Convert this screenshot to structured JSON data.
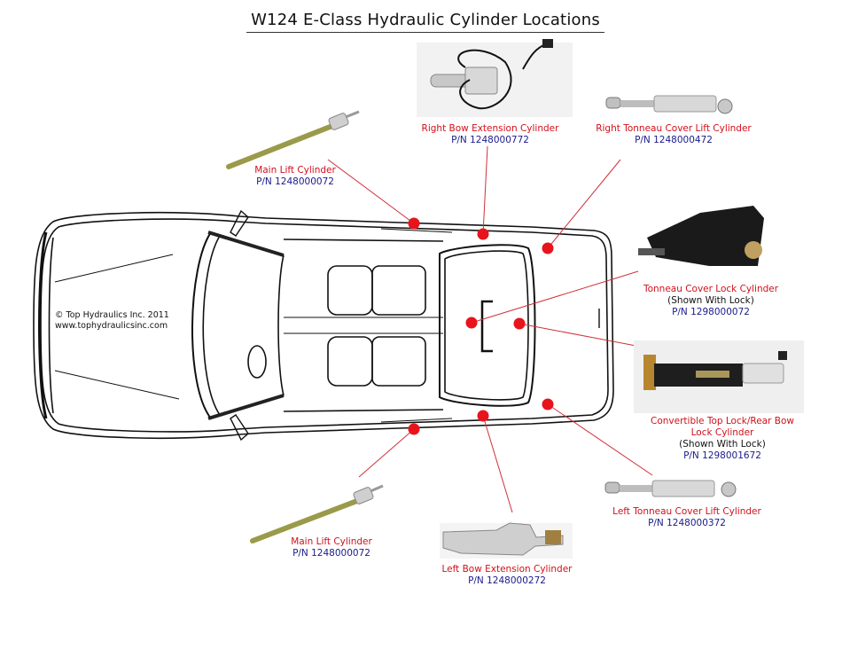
{
  "title": "W124 E-Class Hydraulic Cylinder Locations",
  "copyright": {
    "line1": "© Top Hydraulics Inc. 2011",
    "line2": "www.tophydraulicsinc.com"
  },
  "colors": {
    "marker": "#e8141c",
    "leader_line": "#d0303a",
    "part_name": "#d0101a",
    "part_number": "#1a1a8c"
  },
  "parts": [
    {
      "id": "main-lift-right",
      "name": "Main Lift Cylinder",
      "note": "",
      "pn": "P/N 1248000072"
    },
    {
      "id": "right-bow-extension",
      "name": "Right Bow Extension Cylinder",
      "note": "",
      "pn": "P/N 1248000772"
    },
    {
      "id": "right-tonneau-lift",
      "name": "Right Tonneau Cover Lift Cylinder",
      "note": "",
      "pn": "P/N 1248000472"
    },
    {
      "id": "tonneau-lock",
      "name": "Tonneau Cover Lock Cylinder",
      "note": "(Shown With Lock)",
      "pn": "P/N 1298000072"
    },
    {
      "id": "top-lock-rear-bow",
      "name": "Convertible Top Lock/Rear Bow",
      "name2": "Lock Cylinder",
      "note": "(Shown With Lock)",
      "pn": "P/N 1298001672"
    },
    {
      "id": "left-tonneau-lift",
      "name": "Left Tonneau Cover Lift Cylinder",
      "note": "",
      "pn": "P/N 1248000372"
    },
    {
      "id": "left-bow-extension",
      "name": "Left Bow Extension Cylinder",
      "note": "",
      "pn": "P/N 1248000272"
    },
    {
      "id": "main-lift-left",
      "name": "Main Lift Cylinder",
      "note": "",
      "pn": "P/N 1248000072"
    }
  ]
}
